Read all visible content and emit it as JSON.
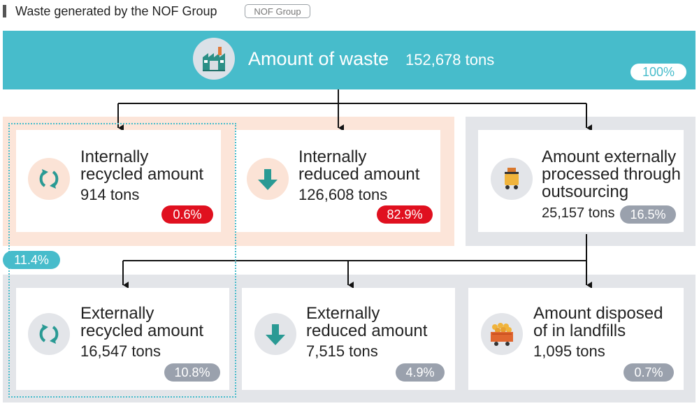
{
  "header": {
    "title": "Waste generated by the NOF Group",
    "tag": "NOF Group"
  },
  "total": {
    "label": "Amount of waste",
    "amount": "152,678 tons",
    "percent": "100%"
  },
  "internal_share": "11.4%",
  "cards": {
    "internally_recycled": {
      "title_line1": "Internally",
      "title_line2": "recycled amount",
      "amount": "914 tons",
      "percent": "0.6%"
    },
    "internally_reduced": {
      "title_line1": "Internally",
      "title_line2": "reduced amount",
      "amount": "126,608 tons",
      "percent": "82.9%"
    },
    "externally_processed": {
      "title_line1": "Amount externally",
      "title_line2": "processed through",
      "title_line3": "outsourcing",
      "amount": "25,157 tons",
      "percent": "16.5%"
    },
    "externally_recycled": {
      "title_line1": "Externally",
      "title_line2": "recycled amount",
      "amount": "16,547 tons",
      "percent": "10.8%"
    },
    "externally_reduced": {
      "title_line1": "Externally",
      "title_line2": "reduced amount",
      "amount": "7,515 tons",
      "percent": "4.9%"
    },
    "landfill": {
      "title_line1": "Amount disposed",
      "title_line2": "of in landfills",
      "amount": "1,095 tons",
      "percent": "0.7%"
    }
  },
  "icons": {
    "banner": "factory-icon",
    "recycle": "recycle-arrows-icon",
    "reduce": "down-arrow-icon",
    "outsource": "waste-cart-icon",
    "landfill": "mine-cart-icon"
  },
  "colors": {
    "teal": "#47bccb",
    "red": "#e0101f",
    "gray_pill": "#9aa1ad",
    "peach": "#fce5d9",
    "light_gray": "#e3e5e9"
  }
}
